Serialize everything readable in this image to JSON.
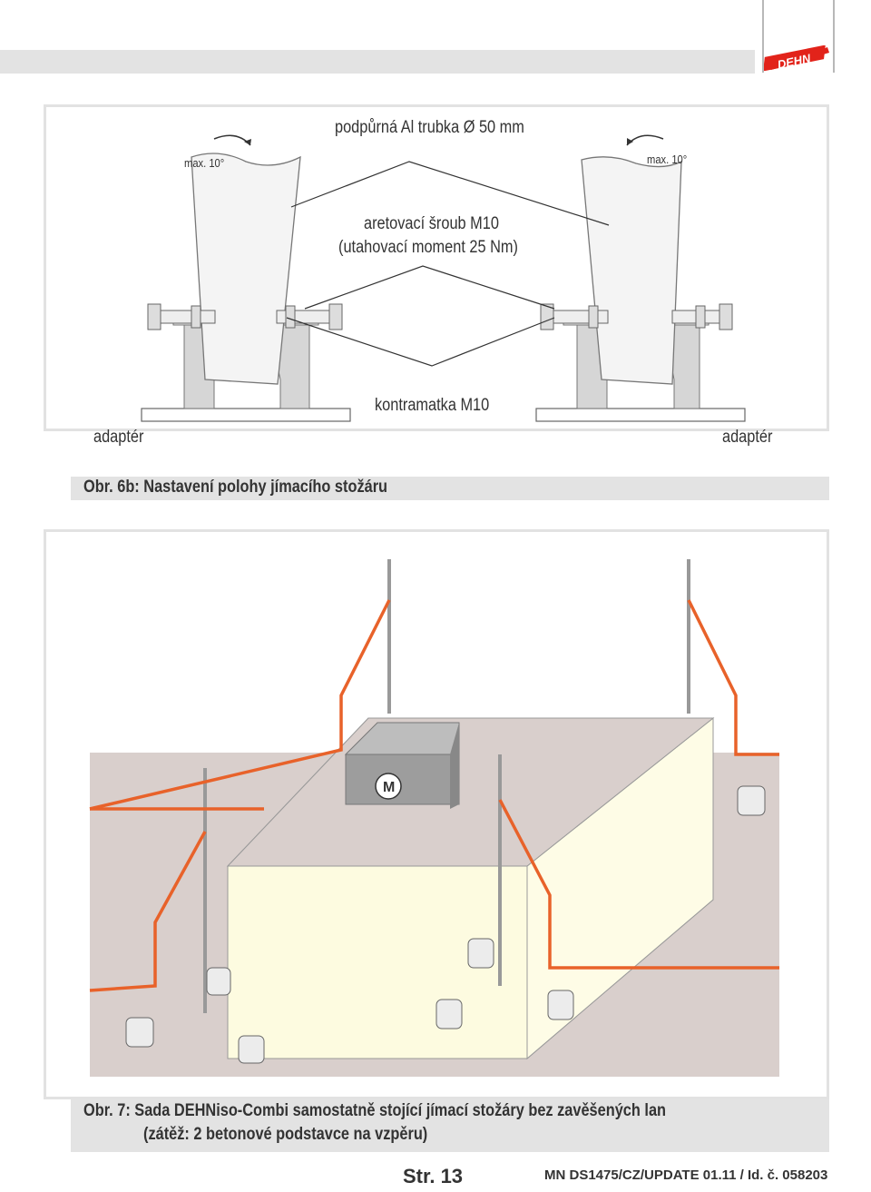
{
  "header": {
    "brand": "DEHN"
  },
  "figure1": {
    "labels": {
      "tube": "podpůrná Al trubka Ø 50 mm",
      "angle_left": "max. 10°",
      "angle_right": "max. 10°",
      "screw_line1": "aretovací šroub M10",
      "screw_line2": "(utahovací moment 25 Nm)",
      "locknut": "kontramatka M10",
      "adapter_left": "adaptér",
      "adapter_right": "adaptér"
    },
    "caption": "Obr. 6b:  Nastavení polohy jímacího stožáru"
  },
  "figure2": {
    "motor_label": "M",
    "caption_line1": "Obr. 7:  Sada DEHNiso-Combi samostatně stojící jímací stožáry bez zavěšených lan",
    "caption_line2": "(zátěž: 2 betonové podstavce na vzpěru)"
  },
  "footer": {
    "page_label": "Str. 13",
    "doc_id": "MN DS1475/CZ/UPDATE 01.11 / Id. č. 058203"
  },
  "colors": {
    "conductor": "#e8622a",
    "roof_wall": "#fdfbe0",
    "roof_floor": "#d9cfcc",
    "caption_bg": "#e3e3e3",
    "brand_red": "#e2231a"
  }
}
